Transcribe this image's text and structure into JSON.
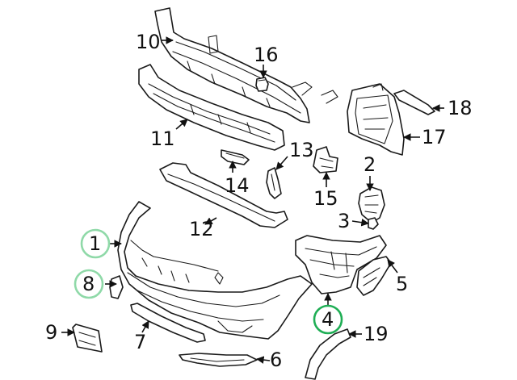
{
  "theme": {
    "highlight_light": "#8fd9a8",
    "highlight_dark": "#1fae55",
    "ink": "#111111"
  },
  "callouts": [
    {
      "id": "1",
      "label": "1",
      "highlight": "light"
    },
    {
      "id": "2",
      "label": "2",
      "highlight": "none"
    },
    {
      "id": "3",
      "label": "3",
      "highlight": "none"
    },
    {
      "id": "4",
      "label": "4",
      "highlight": "dark"
    },
    {
      "id": "5",
      "label": "5",
      "highlight": "none"
    },
    {
      "id": "6",
      "label": "6",
      "highlight": "none"
    },
    {
      "id": "7",
      "label": "7",
      "highlight": "none"
    },
    {
      "id": "8",
      "label": "8",
      "highlight": "light"
    },
    {
      "id": "9",
      "label": "9",
      "highlight": "none"
    },
    {
      "id": "10",
      "label": "10",
      "highlight": "none"
    },
    {
      "id": "11",
      "label": "11",
      "highlight": "none"
    },
    {
      "id": "12",
      "label": "12",
      "highlight": "none"
    },
    {
      "id": "13",
      "label": "13",
      "highlight": "none"
    },
    {
      "id": "14",
      "label": "14",
      "highlight": "none"
    },
    {
      "id": "15",
      "label": "15",
      "highlight": "none"
    },
    {
      "id": "16",
      "label": "16",
      "highlight": "none"
    },
    {
      "id": "17",
      "label": "17",
      "highlight": "none"
    },
    {
      "id": "18",
      "label": "18",
      "highlight": "none"
    },
    {
      "id": "19",
      "label": "19",
      "highlight": "none"
    }
  ]
}
